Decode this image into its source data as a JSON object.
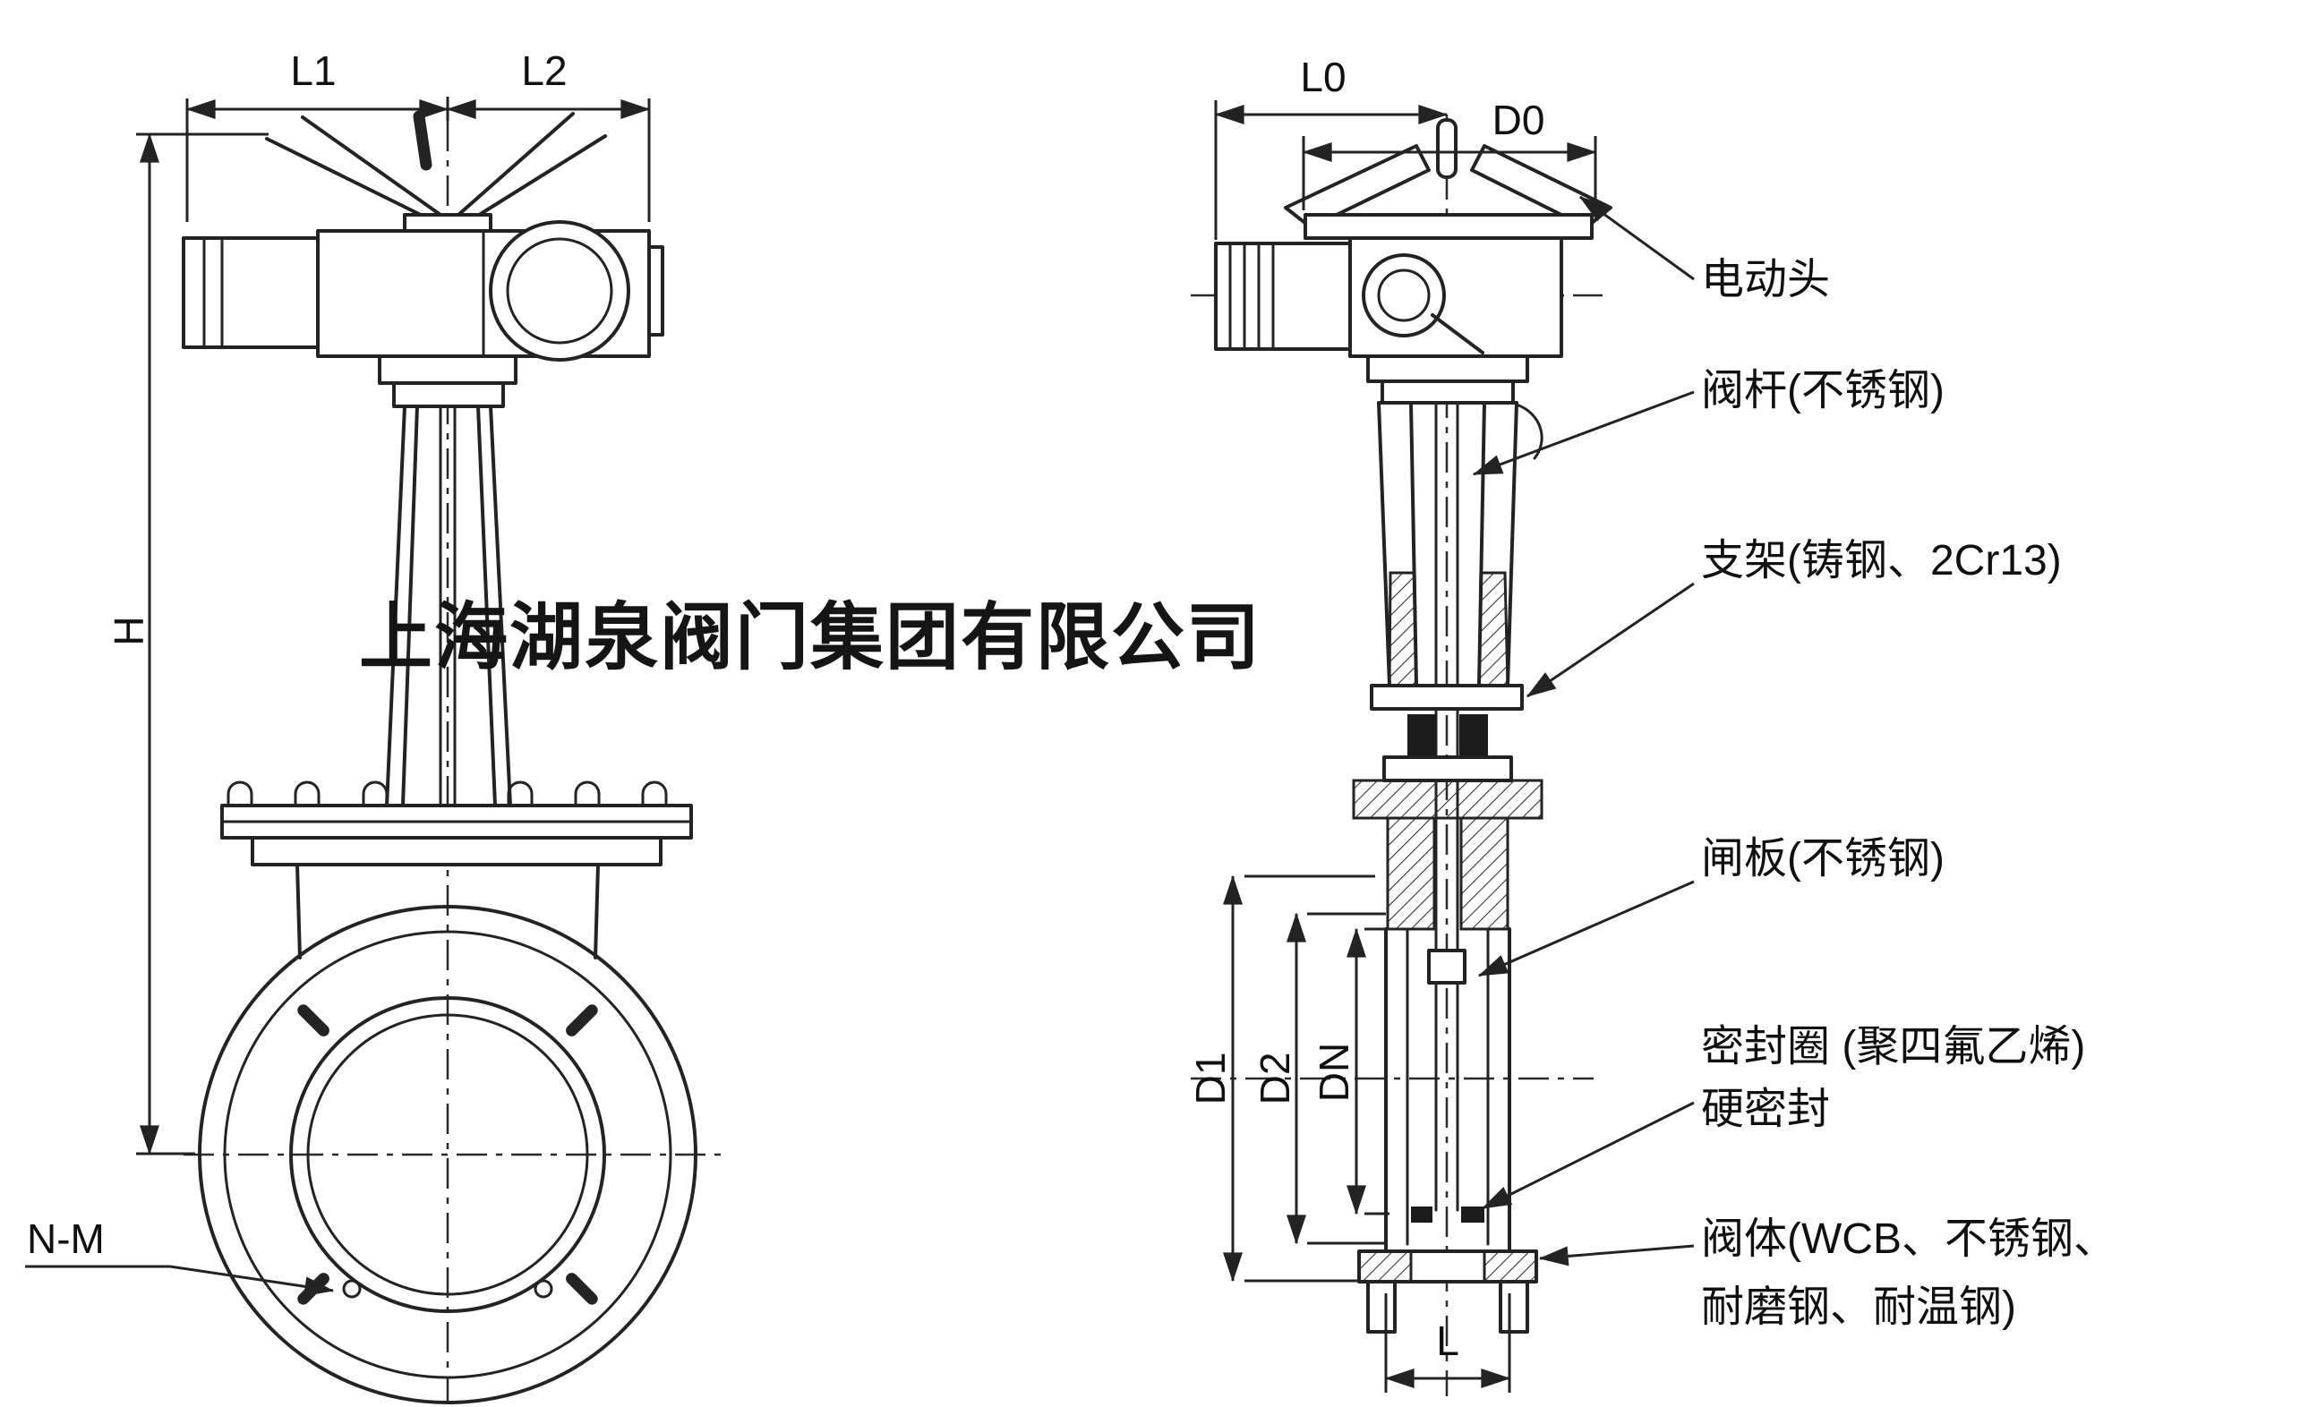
{
  "watermark": "上海湖泉阀门集团有限公司",
  "front_view": {
    "dim_l1": "L1",
    "dim_l2": "L2",
    "dim_h": "H",
    "dim_nm": "N-M"
  },
  "side_view": {
    "dim_l0": "L0",
    "dim_d0": "D0",
    "dim_d1": "D1",
    "dim_d2": "D2",
    "dim_dn": "DN",
    "dim_l": "L"
  },
  "callouts": [
    {
      "lines": [
        "电动头"
      ]
    },
    {
      "lines": [
        "阀杆(不锈钢)"
      ]
    },
    {
      "lines": [
        "支架(铸钢、2Cr13)"
      ]
    },
    {
      "lines": [
        "闸板(不锈钢)"
      ]
    },
    {
      "lines": [
        "密封圈 (聚四氟乙烯)",
        "硬密封"
      ]
    },
    {
      "lines": [
        "阀体(WCB、不锈钢、",
        "耐磨钢、耐温钢)"
      ]
    }
  ]
}
